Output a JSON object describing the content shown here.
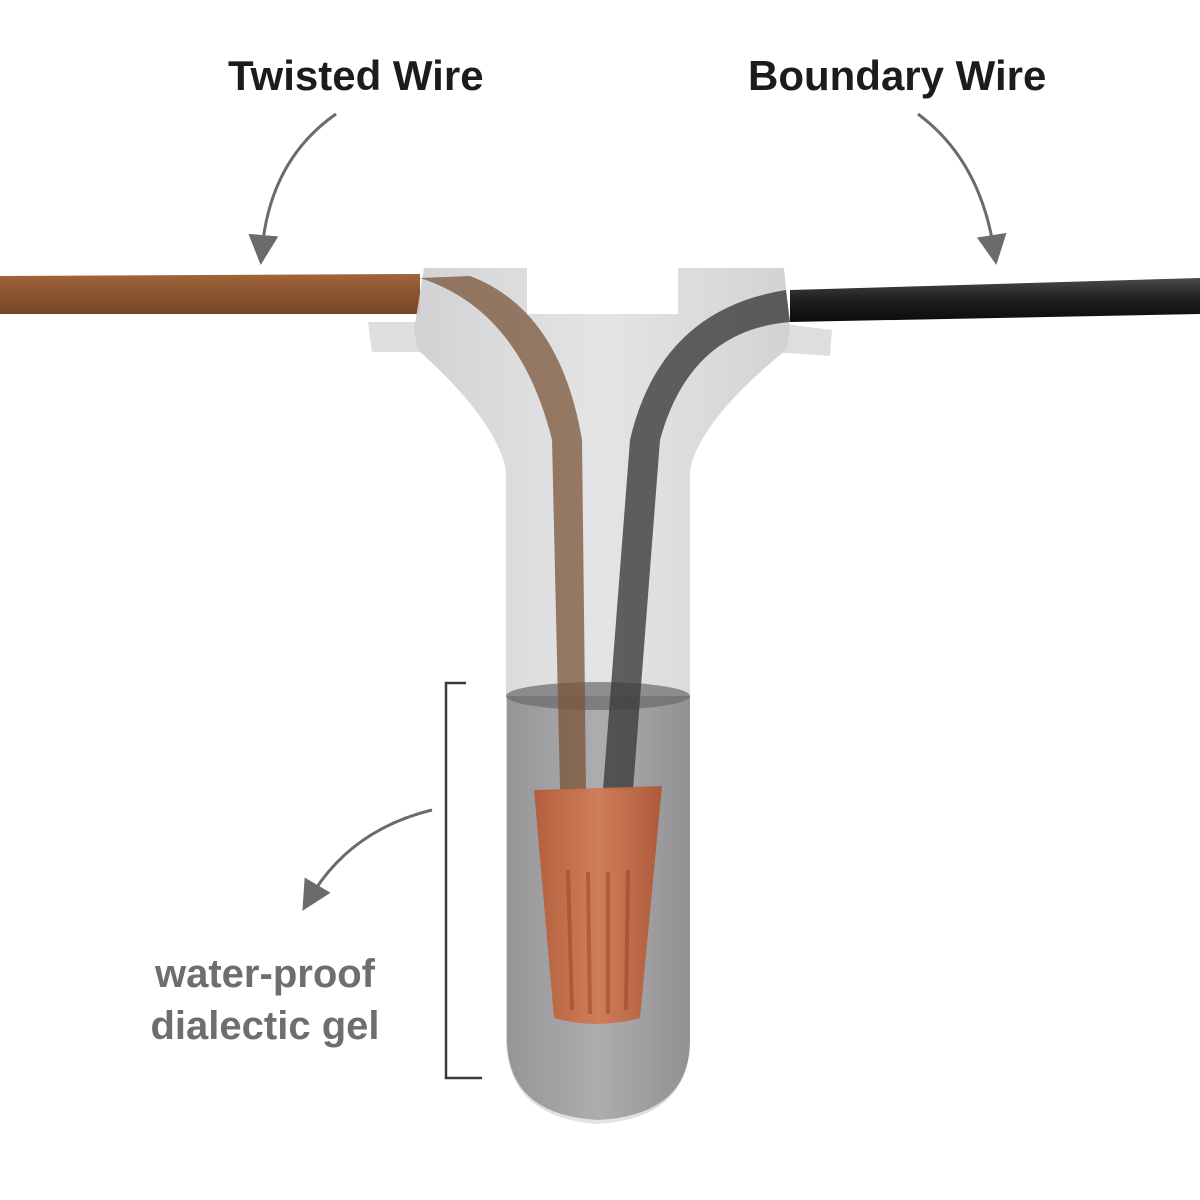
{
  "labels": {
    "twisted_wire": "Twisted Wire",
    "boundary_wire": "Boundary Wire",
    "gel_line1": "water-proof",
    "gel_line2": "dialectic gel"
  },
  "colors": {
    "twisted_wire": "#8a5430",
    "boundary_wire": "#1d1d1f",
    "connector_body": "#d6d6d8",
    "gel": "#7a7a7c",
    "wire_nut": "#c4683f",
    "arrow": "#6b6b6d",
    "label_dark": "#1c1c1c",
    "label_grey": "#6e6e70"
  },
  "icons": {
    "arrow": "curved-arrow-icon",
    "bracket": "bracket-icon"
  }
}
